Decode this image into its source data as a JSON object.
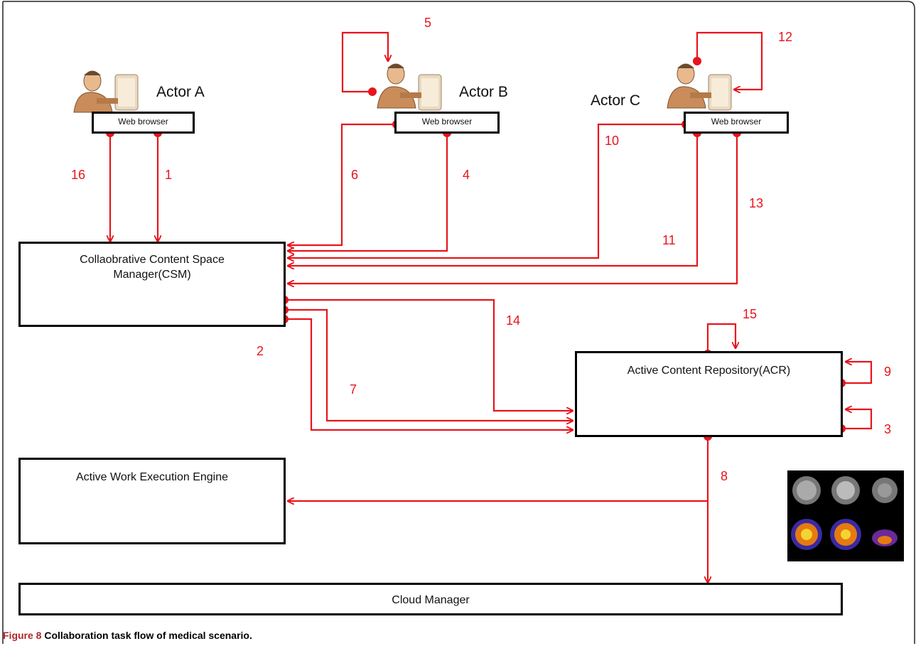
{
  "actors": [
    {
      "label": "Actor A",
      "browser": "Web browser"
    },
    {
      "label": "Actor B",
      "browser": "Web browser"
    },
    {
      "label": "Actor C",
      "browser": "Web browser"
    }
  ],
  "components": {
    "csm": "Collaobrative Content Space\nManager(CSM)",
    "acr": "Active Content Repository(ACR)",
    "awe": "Active Work Execution Engine",
    "cloud": "Cloud Manager"
  },
  "steps": [
    "1",
    "2",
    "3",
    "4",
    "5",
    "6",
    "7",
    "8",
    "9",
    "10",
    "11",
    "12",
    "13",
    "14",
    "15",
    "16"
  ],
  "caption": {
    "prefix": "Figure 8",
    "text": "Collaboration task flow of medical scenario."
  },
  "colors": {
    "arrow": "#e8141b",
    "box": "#000000"
  },
  "icons": {
    "actor": "person-at-computer-icon",
    "scan": "brain-scan-image"
  }
}
